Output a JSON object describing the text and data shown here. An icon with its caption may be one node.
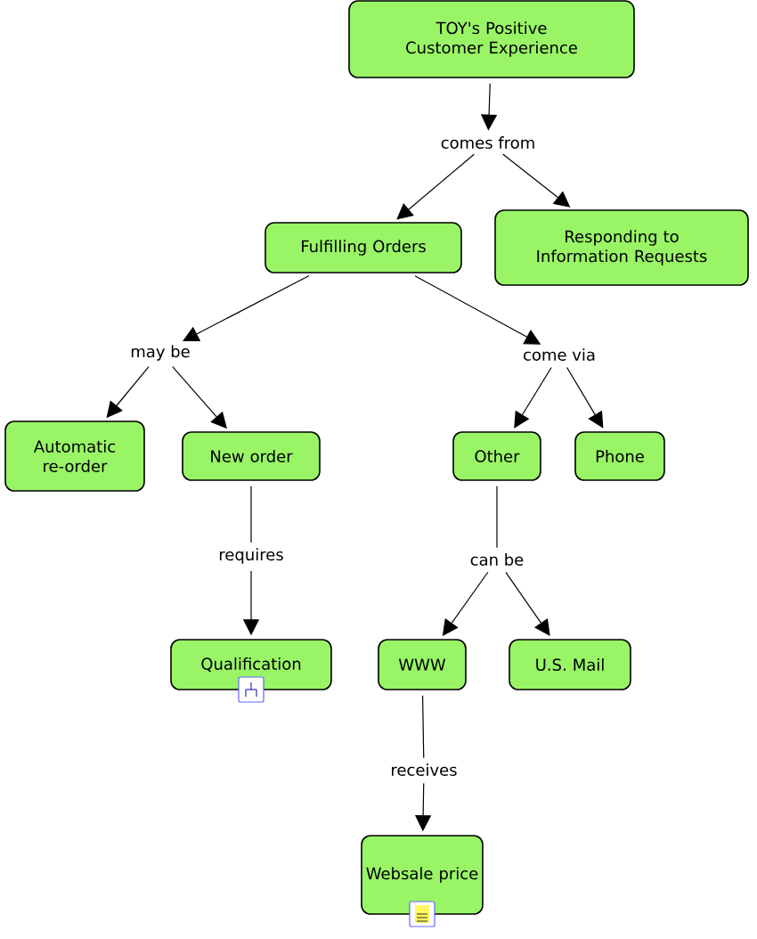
{
  "diagram": {
    "nodes": [
      {
        "text": [
          "TOY's Positive Customer Experience"
        ]
      },
      {
        "text": [
          "comes from"
        ]
      },
      {
        "text": [
          "Fulfilling Orders"
        ]
      },
      {
        "text": [
          "Responding to Information Requests"
        ]
      },
      {
        "text": [
          "may be"
        ]
      },
      {
        "text": [
          "come via"
        ]
      },
      {
        "text": [
          "Automatic re-order"
        ]
      },
      {
        "text": [
          "New order"
        ]
      },
      {
        "text": [
          "Other"
        ]
      },
      {
        "text": [
          "Phone"
        ]
      },
      {
        "text": [
          "requires"
        ]
      },
      {
        "text": [
          "can be"
        ]
      },
      {
        "text": [
          "Qualification"
        ]
      },
      {
        "text": [
          "WWW"
        ]
      },
      {
        "text": [
          "U.S. Mail"
        ]
      },
      {
        "text": [
          "receives"
        ]
      },
      {
        "text": [
          "Websale price"
        ]
      }
    ],
    "edges": [
      {
        "from": 0,
        "to": 1,
        "arrow": "to"
      },
      {
        "from": 1,
        "to": 2,
        "arrow": "to"
      },
      {
        "from": 1,
        "to": 3,
        "arrow": "to"
      },
      {
        "from": 2,
        "to": 4,
        "arrow": "to"
      },
      {
        "from": 2,
        "to": 5,
        "arrow": "to"
      },
      {
        "from": 4,
        "to": 6,
        "arrow": "to"
      },
      {
        "from": 4,
        "to": 7,
        "arrow": "to"
      },
      {
        "from": 5,
        "to": 8,
        "arrow": "to"
      },
      {
        "from": 5,
        "to": 9,
        "arrow": "to"
      },
      {
        "from": 7,
        "to": 10,
        "arrow": "none"
      },
      {
        "from": 10,
        "to": 12,
        "arrow": "to"
      },
      {
        "from": 8,
        "to": 11,
        "arrow": "none"
      },
      {
        "from": 11,
        "to": 13,
        "arrow": "to"
      },
      {
        "from": 11,
        "to": 14,
        "arrow": "to"
      },
      {
        "from": 13,
        "to": 15,
        "arrow": "none"
      },
      {
        "from": 15,
        "to": 16,
        "arrow": "to"
      }
    ]
  }
}
